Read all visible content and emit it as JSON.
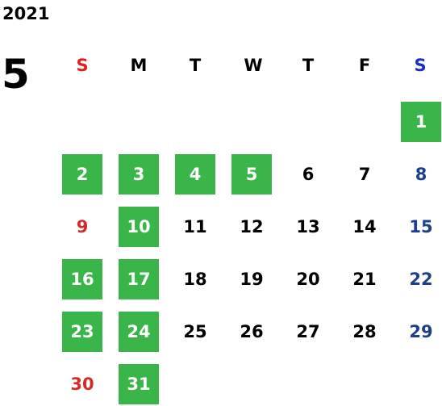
{
  "calendar": {
    "year": "2021",
    "month": "5",
    "weekdays": [
      "S",
      "M",
      "T",
      "W",
      "T",
      "F",
      "S"
    ],
    "colors": {
      "holiday_bg": "#3ab54a",
      "sunday": "#d42a2a",
      "saturday": "#1e3f8f",
      "weekday": "#000000"
    },
    "first_weekday_index": 6,
    "days_in_month": 31,
    "highlighted_days": [
      1,
      2,
      3,
      4,
      5,
      10,
      16,
      17,
      23,
      24,
      31
    ]
  }
}
